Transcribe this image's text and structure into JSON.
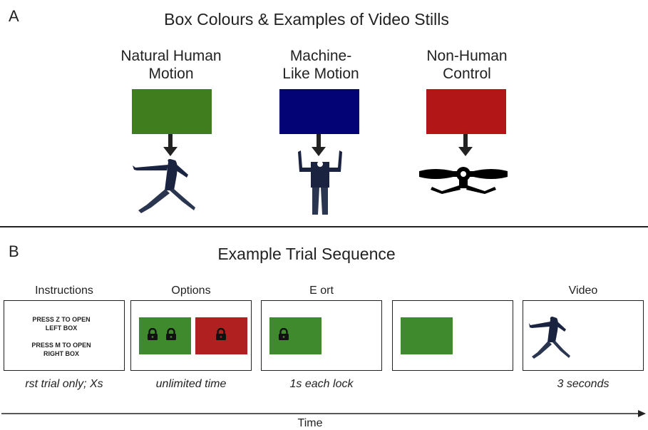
{
  "panel_a": {
    "letter": "A",
    "title": "Box Colours & Examples of Video Stills",
    "categories": [
      {
        "label_line1": "Natural Human",
        "label_line2": "Motion",
        "color": "#3f7d1f",
        "still": "human-lunge-still"
      },
      {
        "label_line1": "Machine-",
        "label_line2": "Like Motion",
        "color": "#030375",
        "still": "human-arms-up-still"
      },
      {
        "label_line1": "Non-Human",
        "label_line2": "Control",
        "color": "#b21616",
        "still": "abstract-shape-still"
      }
    ]
  },
  "panel_b": {
    "letter": "B",
    "title": "Example Trial Sequence",
    "frames": [
      {
        "title": "Instructions",
        "caption": "rst trial only; Xs"
      },
      {
        "title": "Options",
        "caption": "unlimited time"
      },
      {
        "title": "E ort",
        "caption": "1s each lock"
      },
      {
        "title": "",
        "caption": ""
      },
      {
        "title": "Video",
        "caption": "3 seconds"
      }
    ],
    "instructions": {
      "line1": "PRESS Z TO OPEN",
      "line2": "LEFT BOX",
      "line3": "PRESS M TO OPEN",
      "line4": "RIGHT BOX"
    },
    "colors": {
      "green": "#3f8a2c",
      "red": "#b02020",
      "lock": "#111111"
    },
    "time_label": "Time"
  }
}
